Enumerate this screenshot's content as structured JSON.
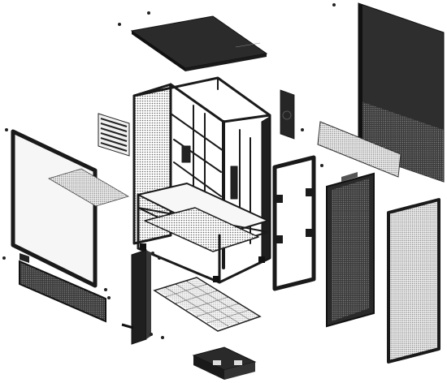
{
  "figure": {
    "style": "exploded-view line illustration",
    "colors": {
      "ink": "#1a1a1a",
      "frame": "#222222",
      "panel_dark": "#2b2b2b",
      "panel_mid": "#555555",
      "mesh": "#8a8a8a",
      "glass": "#f4f4f4",
      "filter_light": "#dcdcdc",
      "background": "#ffffff"
    },
    "parts": [
      "top-cover",
      "chassis-frame",
      "pcie-slot-bracket",
      "rear-fan-bracket",
      "top-dust-filter",
      "right-side-panel",
      "front-fan-bracket",
      "front-inner-mesh-panel",
      "front-outer-mesh-panel",
      "left-glass-panel",
      "glass-inner-mesh",
      "bottom-mesh-strip",
      "vertical-gpu-bracket",
      "bottom-dust-filter",
      "drive-cage",
      "screws"
    ]
  }
}
